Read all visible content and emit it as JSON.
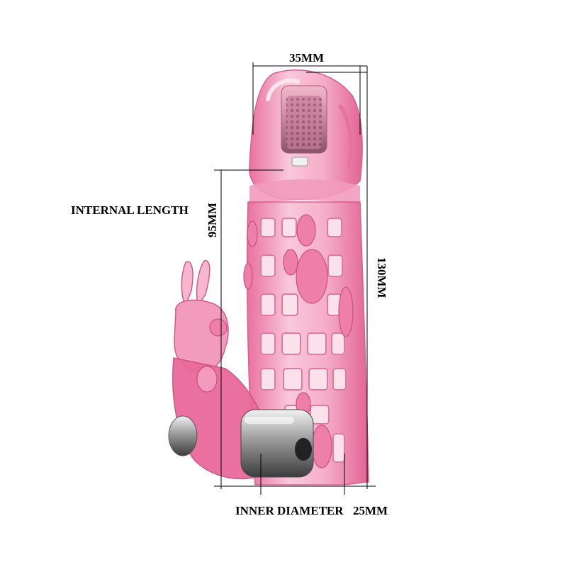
{
  "dimensions": {
    "top_width": "35MM",
    "internal_length_label": "INTERNAL LENGTH",
    "internal_length_value": "95MM",
    "total_length": "130MM",
    "inner_diameter_label": "INNER DIAMETER",
    "inner_diameter_value": "25MM"
  },
  "colors": {
    "product_pink": "#f28db2",
    "product_light": "#f9c6d8",
    "product_dark": "#d94f84",
    "metal": "#a8a8a8",
    "line": "#000000"
  }
}
